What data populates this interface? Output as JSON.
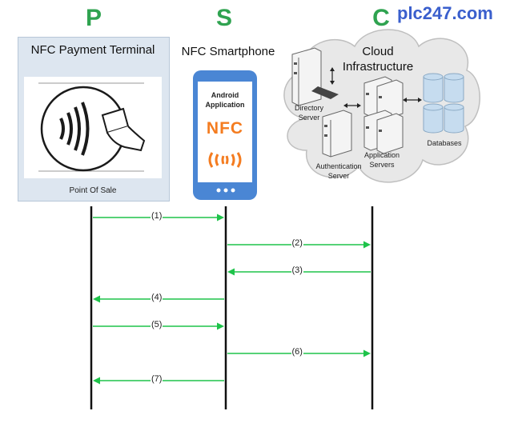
{
  "watermark": "plc247.com",
  "columns": {
    "p": {
      "letter": "P",
      "title": "NFC Payment Terminal",
      "caption": "Point Of Sale"
    },
    "s": {
      "letter": "S",
      "title": "NFC Smartphone",
      "app_label": "Android Application",
      "nfc_text": "NFC"
    },
    "c": {
      "letter": "C",
      "title": "Cloud Infrastructure"
    }
  },
  "cloud_components": {
    "directory": "Directory Server",
    "authentication": "Authentication Server",
    "application": "Application Servers",
    "databases": "Databases"
  },
  "messages": [
    {
      "label": "(1)",
      "from": "P",
      "to": "S"
    },
    {
      "label": "(2)",
      "from": "S",
      "to": "C"
    },
    {
      "label": "(3)",
      "from": "C",
      "to": "S"
    },
    {
      "label": "(4)",
      "from": "S",
      "to": "P"
    },
    {
      "label": "(5)",
      "from": "P",
      "to": "S"
    },
    {
      "label": "(6)",
      "from": "S",
      "to": "C"
    },
    {
      "label": "(7)",
      "from": "S",
      "to": "P"
    }
  ],
  "colors": {
    "arrow": "#1ec34a",
    "letters": "#2fa350",
    "nfc": "#f47c20",
    "phone": "#4a86d4"
  }
}
